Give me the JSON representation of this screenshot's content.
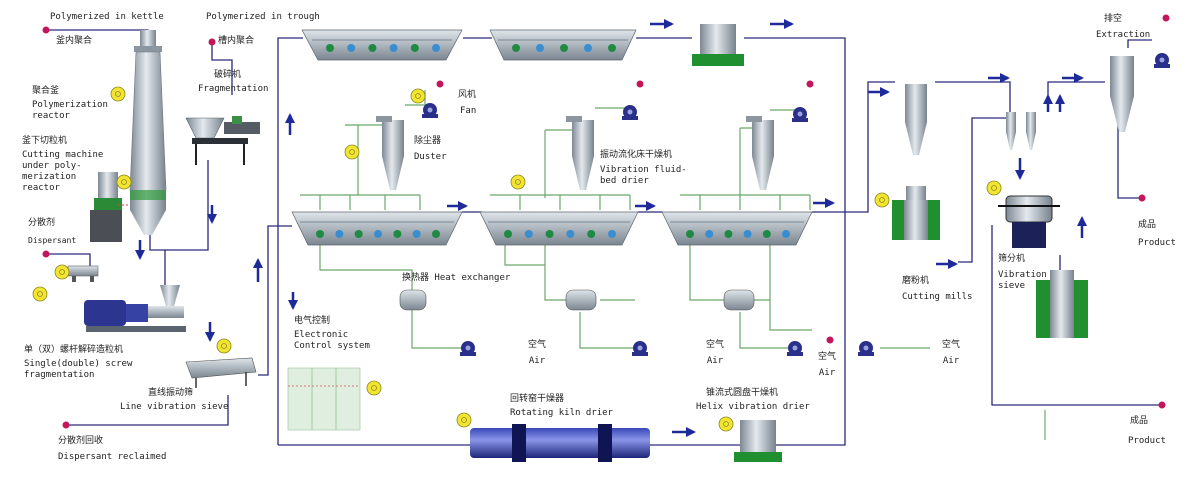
{
  "labels": {
    "polymerized_in_kettle_en": "Polymerized in kettle",
    "polymerized_in_kettle_cn": "釜内聚合",
    "polymerized_in_trough_en": "Polymerized in trough",
    "polymerized_in_trough_cn": "槽内聚合",
    "fragmentation_cn": "破碎机",
    "fragmentation_en": "Fragmentation",
    "reactor_cn": "聚合釜",
    "reactor_en": "Polymerization\nreactor",
    "cutting_machine_cn": "釜下切粒机",
    "cutting_machine_en": "Cutting machine\nunder poly-\nmerization\nreactor",
    "dispersant_cn": "分散剂",
    "dispersant_en": "Dispersant",
    "screw_cn": "单（双）螺杆解碎造粒机",
    "screw_en": "Single(double) screw\nfragmentation",
    "line_sieve_cn": "直线振动筛",
    "line_sieve_en": "Line vibration sieve",
    "dispersant_reclaimed_cn": "分散剂回收",
    "dispersant_reclaimed_en": "Dispersant reclaimed",
    "fan_cn": "风机",
    "fan_en": "Fan",
    "duster_cn": "除尘器",
    "duster_en": "Duster",
    "fluid_bed_cn": "振动流化床干燥机",
    "fluid_bed_en": "Vibration fluid-\nbed drier",
    "heat_exchanger": "换热器 Heat exchanger",
    "electronic_cn": "电气控制",
    "electronic_en": "Electronic\nControl system",
    "air_cn": "空气",
    "air_en": "Air",
    "kiln_cn": "回转窑干燥器",
    "kiln_en": "Rotating kiln drier",
    "helix_cn": "锥流式圆盘干燥机",
    "helix_en": "Helix vibration drier",
    "cutting_mills_cn": "磨粉机",
    "cutting_mills_en": "Cutting mills",
    "vibration_sieve_cn": "筛分机",
    "vibration_sieve_en": "Vibration\nsieve",
    "extraction_cn": "排空",
    "extraction_en": "Extraction",
    "product_cn": "成品",
    "product_en": "Product"
  },
  "colors": {
    "line": "#2a2a7a",
    "arrow": "#1e2a9a",
    "steel": "#a9b3bb",
    "green": "#1f8f2f",
    "fan": "#2a2f8a",
    "badge": "#f2e430",
    "air_line": "#6aa86a"
  }
}
